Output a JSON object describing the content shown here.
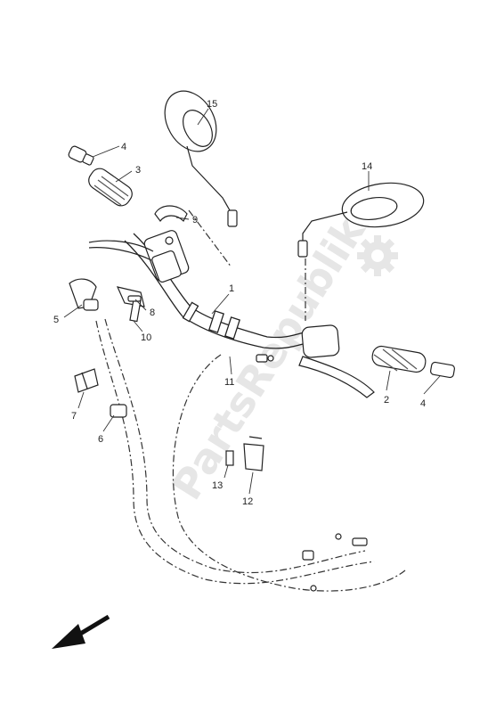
{
  "watermark": {
    "text": "PartsRepublik"
  },
  "callouts": [
    "1",
    "2",
    "3",
    "4",
    "4",
    "5",
    "6",
    "7",
    "8",
    "9",
    "10",
    "11",
    "12",
    "13",
    "14",
    "15"
  ],
  "icons": {
    "watermark_icon": "gear-icon",
    "direction_indicator": "arrow-down-left-icon"
  }
}
